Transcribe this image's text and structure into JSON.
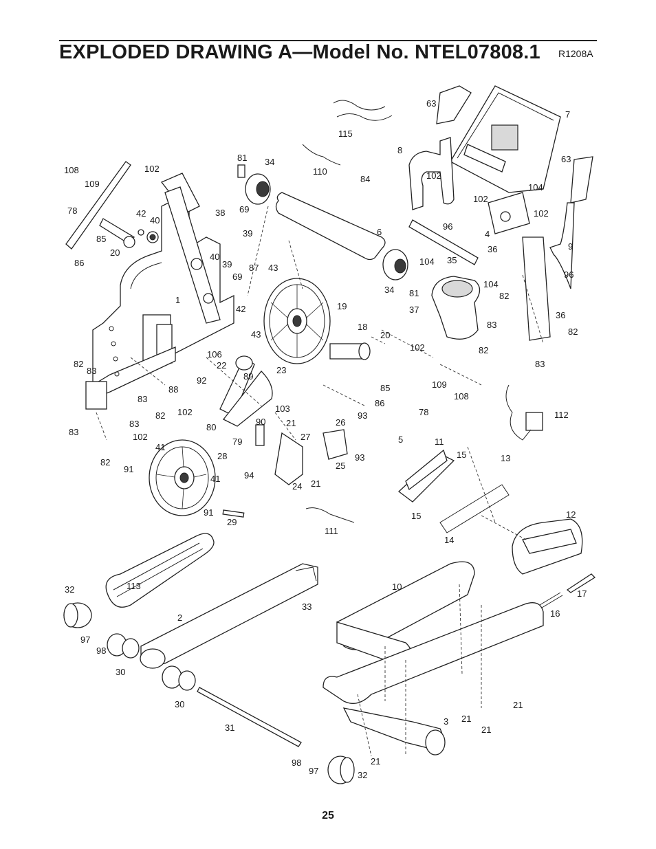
{
  "page": {
    "title": "EXPLODED DRAWING A—Model No. NTEL07808.1",
    "revision": "R1208A",
    "page_number": "25"
  },
  "callouts": [
    {
      "id": "c108a",
      "text": "108"
    },
    {
      "id": "c102a",
      "text": "102"
    },
    {
      "id": "c109a",
      "text": "109"
    },
    {
      "id": "c78a",
      "text": "78"
    },
    {
      "id": "c42a",
      "text": "42"
    },
    {
      "id": "c40a",
      "text": "40"
    },
    {
      "id": "c85a",
      "text": "85"
    },
    {
      "id": "c20a",
      "text": "20"
    },
    {
      "id": "c86a",
      "text": "86"
    },
    {
      "id": "c81a",
      "text": "81"
    },
    {
      "id": "c34a",
      "text": "34"
    },
    {
      "id": "c38",
      "text": "38"
    },
    {
      "id": "c69a",
      "text": "69"
    },
    {
      "id": "c39a",
      "text": "39"
    },
    {
      "id": "c40b",
      "text": "40"
    },
    {
      "id": "c39b",
      "text": "39"
    },
    {
      "id": "c69b",
      "text": "69"
    },
    {
      "id": "c87",
      "text": "87"
    },
    {
      "id": "c43a",
      "text": "43"
    },
    {
      "id": "c42b",
      "text": "42"
    },
    {
      "id": "c43b",
      "text": "43"
    },
    {
      "id": "c1",
      "text": "1"
    },
    {
      "id": "c19",
      "text": "19"
    },
    {
      "id": "c115",
      "text": "115"
    },
    {
      "id": "c110",
      "text": "110"
    },
    {
      "id": "c84",
      "text": "84"
    },
    {
      "id": "c6",
      "text": "6"
    },
    {
      "id": "c63a",
      "text": "63"
    },
    {
      "id": "c7",
      "text": "7"
    },
    {
      "id": "c8",
      "text": "8"
    },
    {
      "id": "c63b",
      "text": "63"
    },
    {
      "id": "c102b",
      "text": "102"
    },
    {
      "id": "c104a",
      "text": "104"
    },
    {
      "id": "c102c",
      "text": "102"
    },
    {
      "id": "c102d",
      "text": "102"
    },
    {
      "id": "c96a",
      "text": "96"
    },
    {
      "id": "c4",
      "text": "4"
    },
    {
      "id": "c9",
      "text": "9"
    },
    {
      "id": "c36a",
      "text": "36"
    },
    {
      "id": "c104b",
      "text": "104"
    },
    {
      "id": "c35",
      "text": "35"
    },
    {
      "id": "c34b",
      "text": "34"
    },
    {
      "id": "c81b",
      "text": "81"
    },
    {
      "id": "c96b",
      "text": "96"
    },
    {
      "id": "c104c",
      "text": "104"
    },
    {
      "id": "c37",
      "text": "37"
    },
    {
      "id": "c82a",
      "text": "82"
    },
    {
      "id": "c36b",
      "text": "36"
    },
    {
      "id": "c83a",
      "text": "83"
    },
    {
      "id": "c82b",
      "text": "82"
    },
    {
      "id": "c82c",
      "text": "82"
    },
    {
      "id": "c83b",
      "text": "83"
    },
    {
      "id": "c18",
      "text": "18"
    },
    {
      "id": "c20b",
      "text": "20"
    },
    {
      "id": "c102e",
      "text": "102"
    },
    {
      "id": "c106",
      "text": "106"
    },
    {
      "id": "c22",
      "text": "22"
    },
    {
      "id": "c23",
      "text": "23"
    },
    {
      "id": "c89",
      "text": "89"
    },
    {
      "id": "c92",
      "text": "92"
    },
    {
      "id": "c88",
      "text": "88"
    },
    {
      "id": "c82d",
      "text": "82"
    },
    {
      "id": "c83c",
      "text": "83"
    },
    {
      "id": "c83d",
      "text": "83"
    },
    {
      "id": "c82e",
      "text": "82"
    },
    {
      "id": "c83e",
      "text": "83"
    },
    {
      "id": "c83f",
      "text": "83"
    },
    {
      "id": "c102f",
      "text": "102"
    },
    {
      "id": "c82f",
      "text": "82"
    },
    {
      "id": "c102g",
      "text": "102"
    },
    {
      "id": "c80",
      "text": "80"
    },
    {
      "id": "c90",
      "text": "90"
    },
    {
      "id": "c79",
      "text": "79"
    },
    {
      "id": "c103",
      "text": "103"
    },
    {
      "id": "c21a",
      "text": "21"
    },
    {
      "id": "c27",
      "text": "27"
    },
    {
      "id": "c26",
      "text": "26"
    },
    {
      "id": "c93a",
      "text": "93"
    },
    {
      "id": "c93b",
      "text": "93"
    },
    {
      "id": "c25",
      "text": "25"
    },
    {
      "id": "c94",
      "text": "94"
    },
    {
      "id": "c24",
      "text": "24"
    },
    {
      "id": "c21b",
      "text": "21"
    },
    {
      "id": "c85b",
      "text": "85"
    },
    {
      "id": "c86b",
      "text": "86"
    },
    {
      "id": "c109b",
      "text": "109"
    },
    {
      "id": "c108b",
      "text": "108"
    },
    {
      "id": "c78b",
      "text": "78"
    },
    {
      "id": "c112",
      "text": "112"
    },
    {
      "id": "c5",
      "text": "5"
    },
    {
      "id": "c11",
      "text": "11"
    },
    {
      "id": "c15a",
      "text": "15"
    },
    {
      "id": "c13",
      "text": "13"
    },
    {
      "id": "c15b",
      "text": "15"
    },
    {
      "id": "c14",
      "text": "14"
    },
    {
      "id": "c12",
      "text": "12"
    },
    {
      "id": "c41a",
      "text": "41"
    },
    {
      "id": "c91a",
      "text": "91"
    },
    {
      "id": "c28",
      "text": "28"
    },
    {
      "id": "c41b",
      "text": "41"
    },
    {
      "id": "c91b",
      "text": "91"
    },
    {
      "id": "c29",
      "text": "29"
    },
    {
      "id": "c111",
      "text": "111"
    },
    {
      "id": "c113",
      "text": "113"
    },
    {
      "id": "c32a",
      "text": "32"
    },
    {
      "id": "c97a",
      "text": "97"
    },
    {
      "id": "c98a",
      "text": "98"
    },
    {
      "id": "c30a",
      "text": "30"
    },
    {
      "id": "c30b",
      "text": "30"
    },
    {
      "id": "c2",
      "text": "2"
    },
    {
      "id": "c33",
      "text": "33"
    },
    {
      "id": "c31",
      "text": "31"
    },
    {
      "id": "c10",
      "text": "10"
    },
    {
      "id": "c17",
      "text": "17"
    },
    {
      "id": "c16",
      "text": "16"
    },
    {
      "id": "c3",
      "text": "3"
    },
    {
      "id": "c21c",
      "text": "21"
    },
    {
      "id": "c21d",
      "text": "21"
    },
    {
      "id": "c21e",
      "text": "21"
    },
    {
      "id": "c21f",
      "text": "21"
    },
    {
      "id": "c98b",
      "text": "98"
    },
    {
      "id": "c97b",
      "text": "97"
    },
    {
      "id": "c32b",
      "text": "32"
    }
  ]
}
